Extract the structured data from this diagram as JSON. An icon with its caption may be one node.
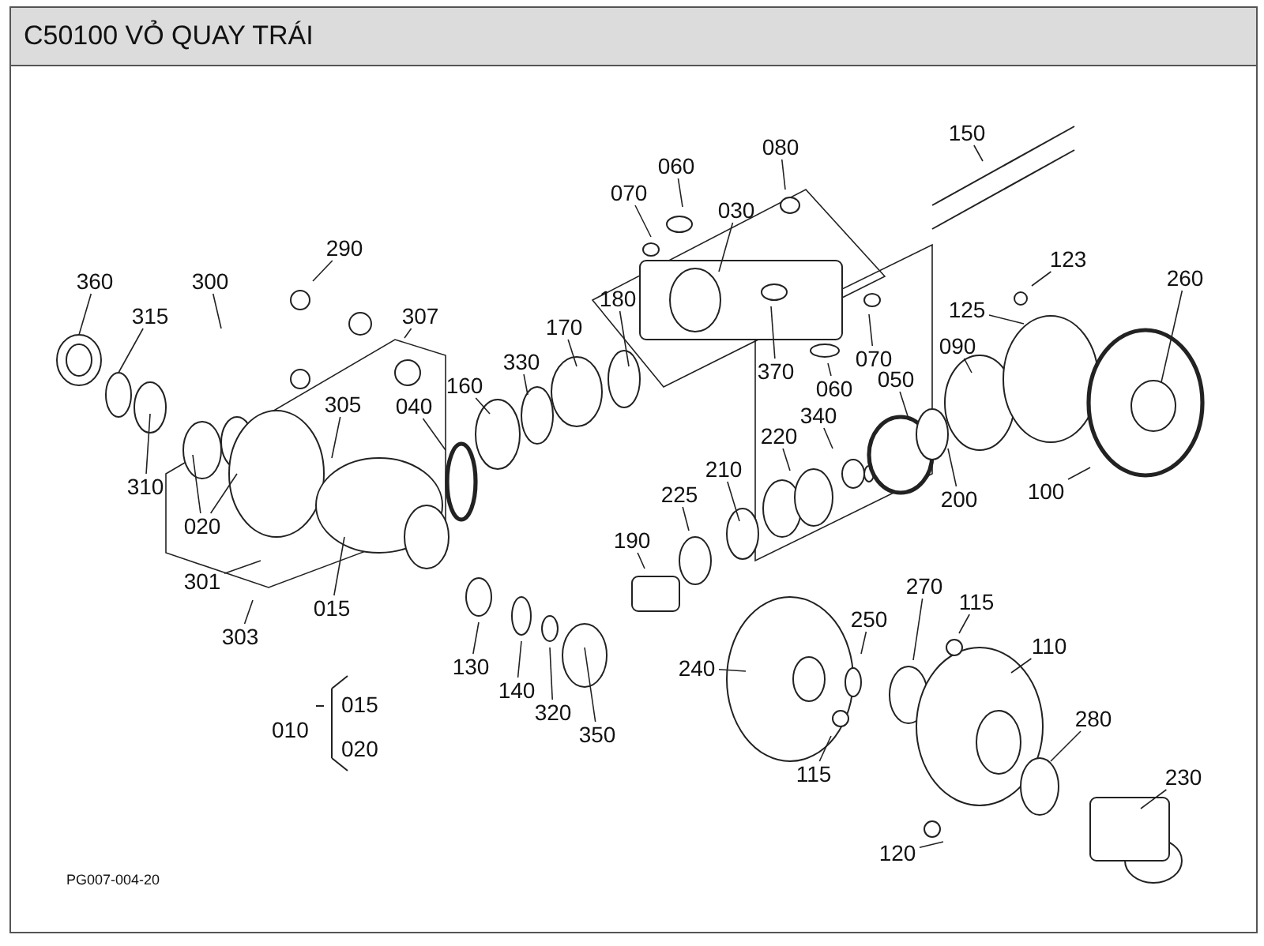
{
  "diagram": {
    "title": "C50100 VỎ QUAY TRÁI",
    "nodes": [
      {
        "text": [
          "360"
        ]
      },
      {
        "text": [
          "315"
        ]
      },
      {
        "text": [
          "300"
        ]
      },
      {
        "text": [
          "290"
        ]
      },
      {
        "text": [
          "307"
        ]
      },
      {
        "text": [
          "310"
        ]
      },
      {
        "text": [
          "305"
        ]
      },
      {
        "text": [
          "040"
        ]
      },
      {
        "text": [
          "160"
        ]
      },
      {
        "text": [
          "330"
        ]
      },
      {
        "text": [
          "170"
        ]
      },
      {
        "text": [
          "180"
        ]
      },
      {
        "text": [
          "020"
        ]
      },
      {
        "text": [
          "301"
        ]
      },
      {
        "text": [
          "303"
        ]
      },
      {
        "text": [
          "015"
        ]
      },
      {
        "text": [
          "130"
        ]
      },
      {
        "text": [
          "140"
        ]
      },
      {
        "text": [
          "320"
        ]
      },
      {
        "text": [
          "350"
        ]
      },
      {
        "text": [
          "190"
        ]
      },
      {
        "text": [
          "225"
        ]
      },
      {
        "text": [
          "210"
        ]
      },
      {
        "text": [
          "220"
        ]
      },
      {
        "text": [
          "340"
        ]
      },
      {
        "text": [
          "060"
        ]
      },
      {
        "text": [
          "070"
        ]
      },
      {
        "text": [
          "080"
        ]
      },
      {
        "text": [
          "030"
        ]
      },
      {
        "text": [
          "370"
        ]
      },
      {
        "text": [
          "060"
        ]
      },
      {
        "text": [
          "070"
        ]
      },
      {
        "text": [
          "150"
        ]
      },
      {
        "text": [
          "123"
        ]
      },
      {
        "text": [
          "125"
        ]
      },
      {
        "text": [
          "260"
        ]
      },
      {
        "text": [
          "090"
        ]
      },
      {
        "text": [
          "050"
        ]
      },
      {
        "text": [
          "200"
        ]
      },
      {
        "text": [
          "100"
        ]
      },
      {
        "text": [
          "270"
        ]
      },
      {
        "text": [
          "115"
        ]
      },
      {
        "text": [
          "110"
        ]
      },
      {
        "text": [
          "250"
        ]
      },
      {
        "text": [
          "240"
        ]
      },
      {
        "text": [
          "280"
        ]
      },
      {
        "text": [
          "230"
        ]
      },
      {
        "text": [
          "115"
        ]
      },
      {
        "text": [
          "120"
        ]
      }
    ],
    "edges": [
      {
        "from": 0,
        "to": null,
        "arrow": "none"
      },
      {
        "from": 1,
        "to": null,
        "arrow": "none"
      },
      {
        "from": 2,
        "to": null,
        "arrow": "none"
      },
      {
        "from": 3,
        "to": null,
        "arrow": "none"
      },
      {
        "from": 4,
        "to": null,
        "arrow": "none"
      },
      {
        "from": 5,
        "to": null,
        "arrow": "none"
      },
      {
        "from": 6,
        "to": null,
        "arrow": "none"
      },
      {
        "from": 7,
        "to": null,
        "arrow": "none"
      },
      {
        "from": 8,
        "to": null,
        "arrow": "none"
      },
      {
        "from": 9,
        "to": null,
        "arrow": "none"
      },
      {
        "from": 10,
        "to": null,
        "arrow": "none"
      },
      {
        "from": 11,
        "to": null,
        "arrow": "none"
      },
      {
        "from": 12,
        "to": null,
        "arrow": "none"
      },
      {
        "from": 12,
        "to": null,
        "arrow": "none"
      },
      {
        "from": 13,
        "to": null,
        "arrow": "none"
      },
      {
        "from": 14,
        "to": null,
        "arrow": "none"
      },
      {
        "from": 15,
        "to": null,
        "arrow": "none"
      },
      {
        "from": 16,
        "to": null,
        "arrow": "none"
      },
      {
        "from": 17,
        "to": null,
        "arrow": "none"
      },
      {
        "from": 18,
        "to": null,
        "arrow": "none"
      },
      {
        "from": 19,
        "to": null,
        "arrow": "none"
      },
      {
        "from": 20,
        "to": null,
        "arrow": "none"
      },
      {
        "from": 21,
        "to": null,
        "arrow": "none"
      },
      {
        "from": 22,
        "to": null,
        "arrow": "none"
      },
      {
        "from": 23,
        "to": null,
        "arrow": "none"
      },
      {
        "from": 24,
        "to": null,
        "arrow": "none"
      },
      {
        "from": 25,
        "to": null,
        "arrow": "none"
      },
      {
        "from": 26,
        "to": null,
        "arrow": "none"
      },
      {
        "from": 27,
        "to": null,
        "arrow": "none"
      },
      {
        "from": 28,
        "to": null,
        "arrow": "none"
      },
      {
        "from": 29,
        "to": null,
        "arrow": "none"
      },
      {
        "from": 30,
        "to": null,
        "arrow": "none"
      },
      {
        "from": 31,
        "to": null,
        "arrow": "none"
      },
      {
        "from": 32,
        "to": null,
        "arrow": "none"
      },
      {
        "from": 33,
        "to": null,
        "arrow": "none"
      },
      {
        "from": 34,
        "to": null,
        "arrow": "none"
      },
      {
        "from": 35,
        "to": null,
        "arrow": "none"
      },
      {
        "from": 36,
        "to": null,
        "arrow": "none"
      },
      {
        "from": 37,
        "to": null,
        "arrow": "none"
      },
      {
        "from": 38,
        "to": null,
        "arrow": "none"
      },
      {
        "from": 39,
        "to": null,
        "arrow": "none"
      },
      {
        "from": 40,
        "to": null,
        "arrow": "none"
      },
      {
        "from": 41,
        "to": null,
        "arrow": "none"
      },
      {
        "from": 42,
        "to": null,
        "arrow": "none"
      },
      {
        "from": 43,
        "to": null,
        "arrow": "none"
      },
      {
        "from": 44,
        "to": null,
        "arrow": "none"
      },
      {
        "from": 45,
        "to": null,
        "arrow": "none"
      },
      {
        "from": 46,
        "to": null,
        "arrow": "none"
      },
      {
        "from": 47,
        "to": null,
        "arrow": "none"
      },
      {
        "from": 48,
        "to": null,
        "arrow": "none"
      }
    ],
    "labels": [
      "010",
      "015",
      "020",
      "PG007-004-20"
    ]
  }
}
